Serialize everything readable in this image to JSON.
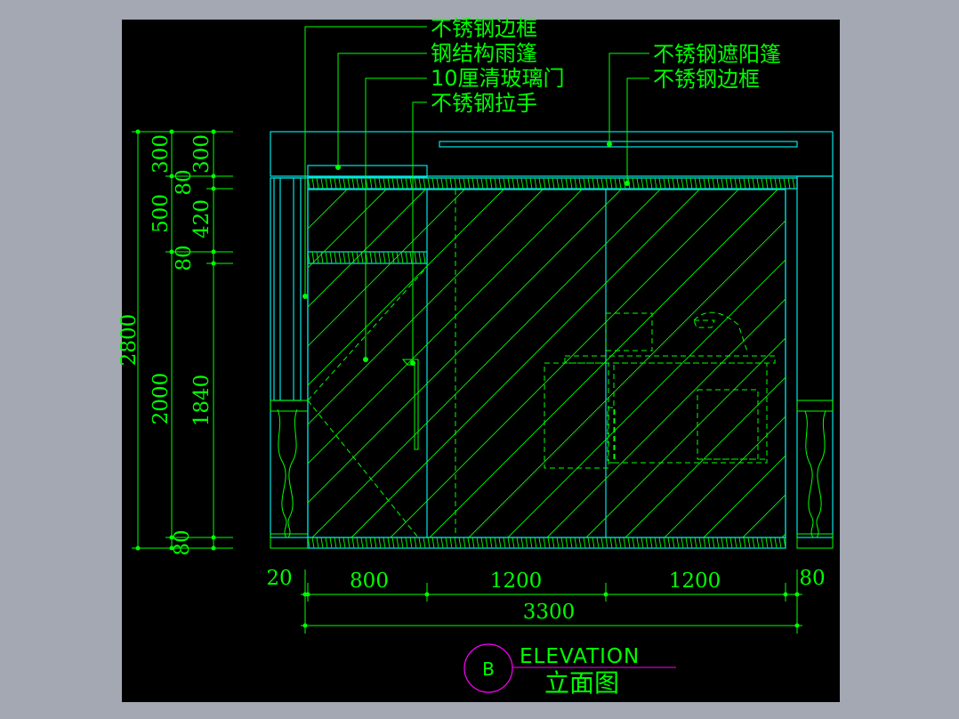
{
  "colors": {
    "screen_bg": "#a3a8b3",
    "drawing_bg": "#000000",
    "annotation": "#00ff00",
    "outline": "#00e5e5",
    "title_circle": "#ff00ff"
  },
  "callouts_left": [
    "不锈钢边框",
    "钢结构雨篷",
    "10厘清玻璃门",
    "不锈钢拉手"
  ],
  "callouts_right": [
    "不锈钢遮阳篷",
    "不锈钢边框"
  ],
  "dims_left_outer": {
    "total": "2800"
  },
  "dims_left_middle": [
    "300",
    "500",
    "2000",
    "80"
  ],
  "dims_left_inner": [
    "300",
    "80",
    "420",
    "80",
    "1840",
    "80"
  ],
  "dims_bottom": [
    "20",
    "800",
    "1200",
    "1200",
    "80"
  ],
  "dims_bottom_total": "3300",
  "title": {
    "marker": "B",
    "english": "ELEVATION",
    "chinese": "立面图"
  }
}
